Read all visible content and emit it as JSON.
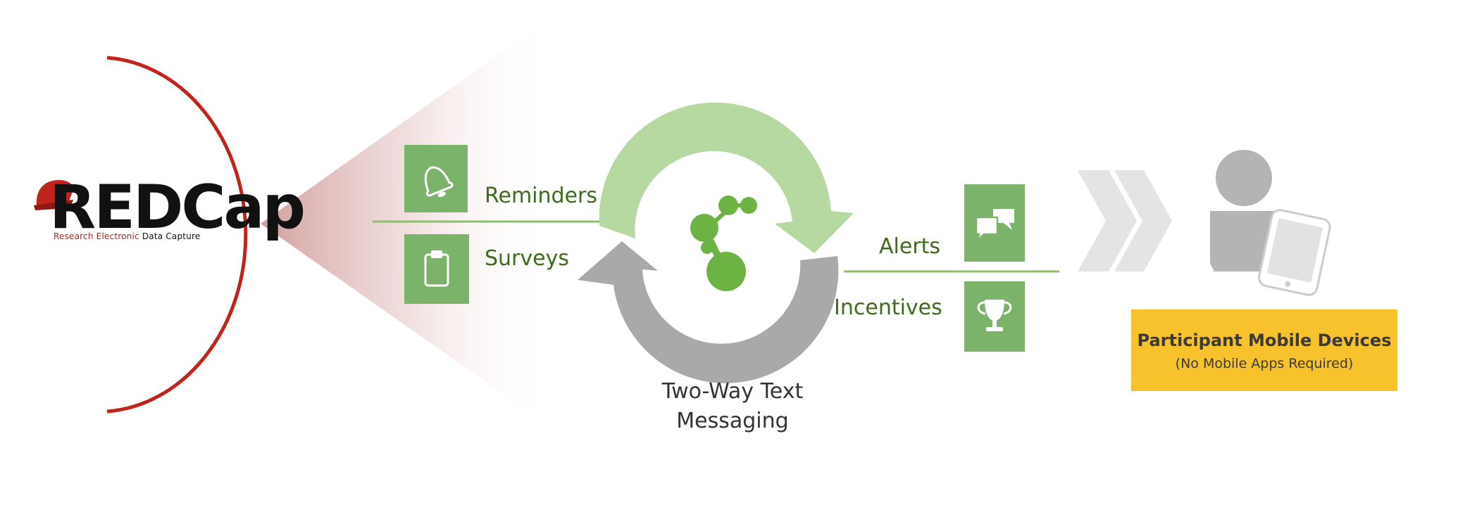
{
  "logo": {
    "name": "REDCap",
    "tagline_words": [
      "Research",
      "Electronic",
      "Data",
      "Capture"
    ]
  },
  "outgoing": {
    "reminders_label": "Reminders",
    "surveys_label": "Surveys"
  },
  "cycle": {
    "caption_line1": "Two-Way Text",
    "caption_line2": "Messaging"
  },
  "incoming": {
    "alerts_label": "Alerts",
    "incentives_label": "Incentives"
  },
  "participant": {
    "title": "Participant Mobile Devices",
    "subtitle": "(No Mobile Apps Required)"
  },
  "colors": {
    "redcap_red": "#c0241c",
    "tile_green": "#7cb36b",
    "label_green": "#3e6b1f",
    "arrow_light_green": "#b6d9a2",
    "arrow_gray": "#a9a9a9",
    "node_green": "#6db344",
    "chevron_gray": "#e4e4e4",
    "person_gray": "#b4b4b4",
    "box_yellow": "#f8c22d"
  },
  "icons": [
    "bell-icon",
    "clipboard-icon",
    "chat-bubbles-icon",
    "trophy-icon",
    "network-node-icon",
    "person-icon",
    "mobile-phone-icon",
    "chevron-right-icon"
  ]
}
